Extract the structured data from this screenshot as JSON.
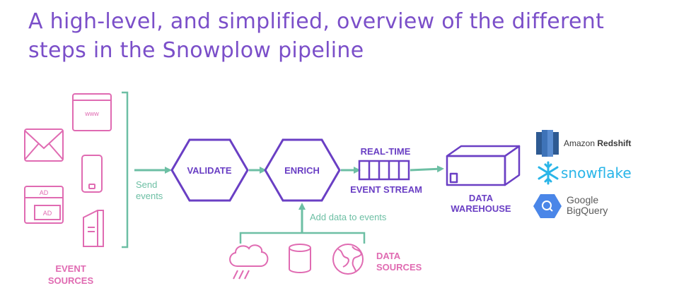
{
  "title": "A high-level, and simplified, overview of the different steps in the Snowplow pipeline",
  "colors": {
    "title": "#7b4fc9",
    "purple": "#6a3fc4",
    "pink": "#e06bb2",
    "teal": "#6dbfa4",
    "dark": "#3a3a3a"
  },
  "event_sources": {
    "label_line1": "EVENT",
    "label_line2": "SOURCES",
    "icons": [
      "website-icon",
      "email-icon",
      "mobile-phone-icon",
      "ad-icon",
      "server-icon"
    ]
  },
  "send_events": {
    "line1": "Send",
    "line2": "events"
  },
  "validate": {
    "label": "VALIDATE"
  },
  "enrich": {
    "label": "ENRICH"
  },
  "stream": {
    "top_label": "REAL-TIME",
    "bottom_label": "EVENT STREAM"
  },
  "warehouse": {
    "line1": "DATA",
    "line2": "WAREHOUSE"
  },
  "add_data": {
    "label": "Add data to events"
  },
  "data_sources": {
    "label_line1": "DATA",
    "label_line2": "SOURCES",
    "icons": [
      "weather-icon",
      "database-icon",
      "globe-icon"
    ]
  },
  "website_icon_text": "www",
  "ad_text_1": "AD",
  "ad_text_2": "AD",
  "brands": {
    "redshift_prefix": "Amazon",
    "redshift_name": "Redshift",
    "snowflake": "snowflake",
    "bigquery_line1": "Google",
    "bigquery_line2": "BigQuery"
  }
}
